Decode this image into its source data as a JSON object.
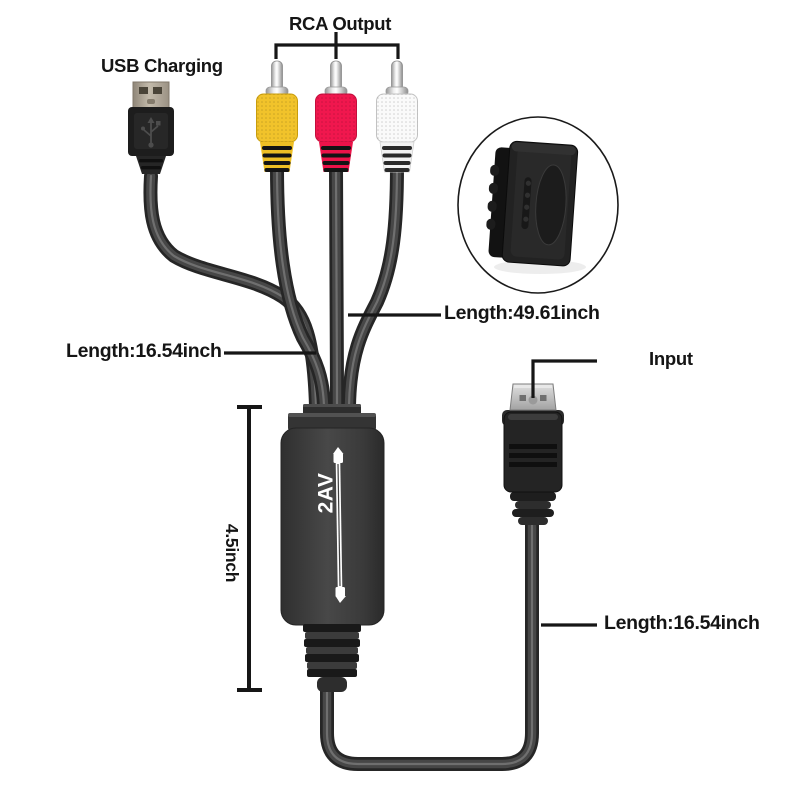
{
  "product": {
    "annotations": {
      "usb_charging": "USB Charging",
      "rca_output": "RCA Output",
      "cable_length_top": "Length:49.61inch",
      "cable_length_left": "Length:16.54inch",
      "cable_length_right": "Length:16.54inch",
      "converter_height": "4.5inch",
      "input": "Input"
    },
    "converter": {
      "model_text": "2AV"
    },
    "connectors": {
      "usb": "usb-a-charging-plug",
      "rca": [
        {
          "name": "rca-plug-video",
          "color": "#f1c32b"
        },
        {
          "name": "rca-plug-audio",
          "color": "#f0174e"
        },
        {
          "name": "rca-plug-audio",
          "color": "#fafafa"
        }
      ],
      "hdmi": "hdmi-input-plug",
      "coupler": "hdmi-female-coupler"
    }
  },
  "colors": {
    "background": "#ffffff",
    "annotation": "#161616",
    "cable": "#3c3c3c",
    "converter_body": "#3d3d3d",
    "rca_yellow": "#f1c32b",
    "rca_red": "#f0174e",
    "rca_white": "#fafafa",
    "usb_metal": "#a89e8f",
    "hdmi_metal": "#bdbdbd",
    "arrow": "#ffffff"
  }
}
